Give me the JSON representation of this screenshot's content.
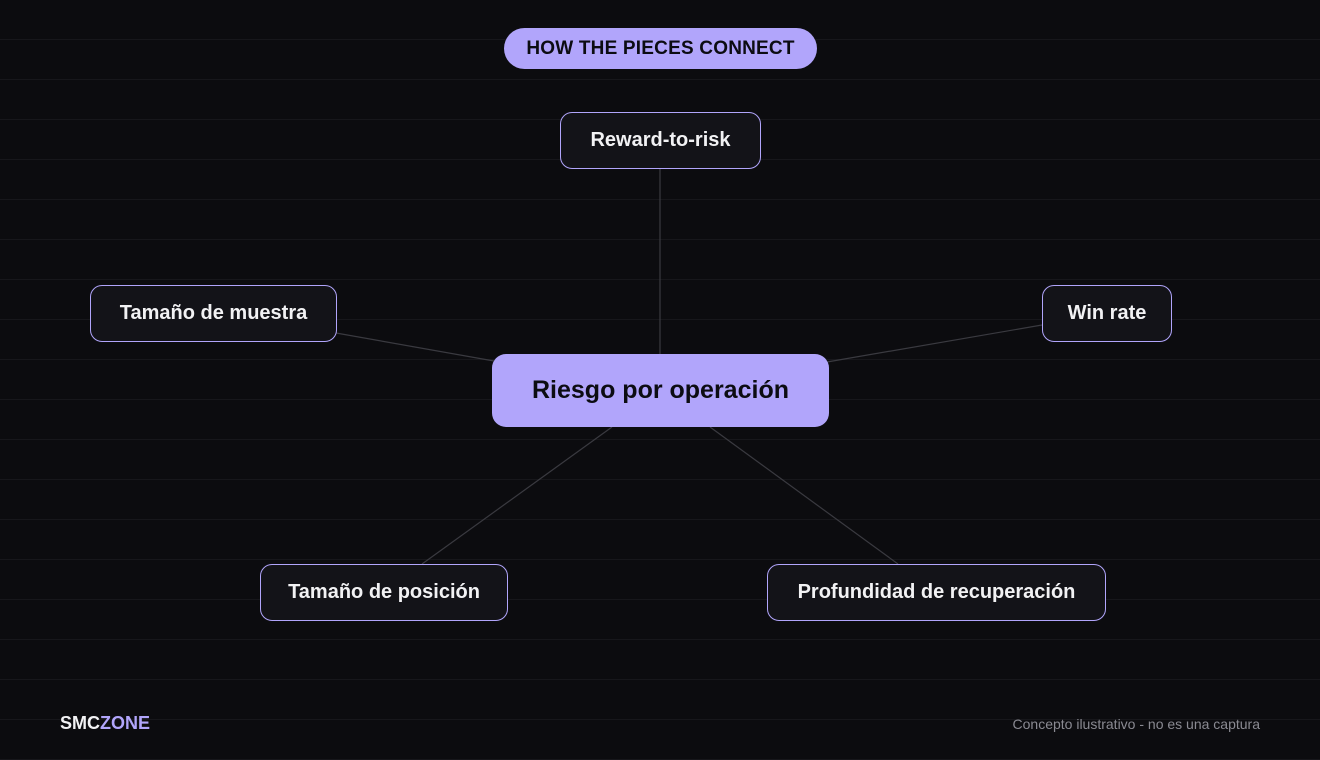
{
  "header": {
    "title": "HOW THE PIECES CONNECT"
  },
  "diagram": {
    "center": "Riesgo por operación",
    "nodes": {
      "top": "Reward-to-risk",
      "left": "Tamaño de muestra",
      "right": "Win rate",
      "bottom_left": "Tamaño de posición",
      "bottom_right": "Profundidad de recuperación"
    }
  },
  "footer": {
    "brand_part1": "SMC",
    "brand_part2": "ZONE",
    "note": "Concepto ilustrativo - no es una captura"
  },
  "colors": {
    "background": "#0c0c0f",
    "accent": "#b1a5fb",
    "node_fill": "#131318",
    "connector": "#3a3a40",
    "text_light": "#f2f2f4",
    "text_muted": "#8a8a92"
  }
}
